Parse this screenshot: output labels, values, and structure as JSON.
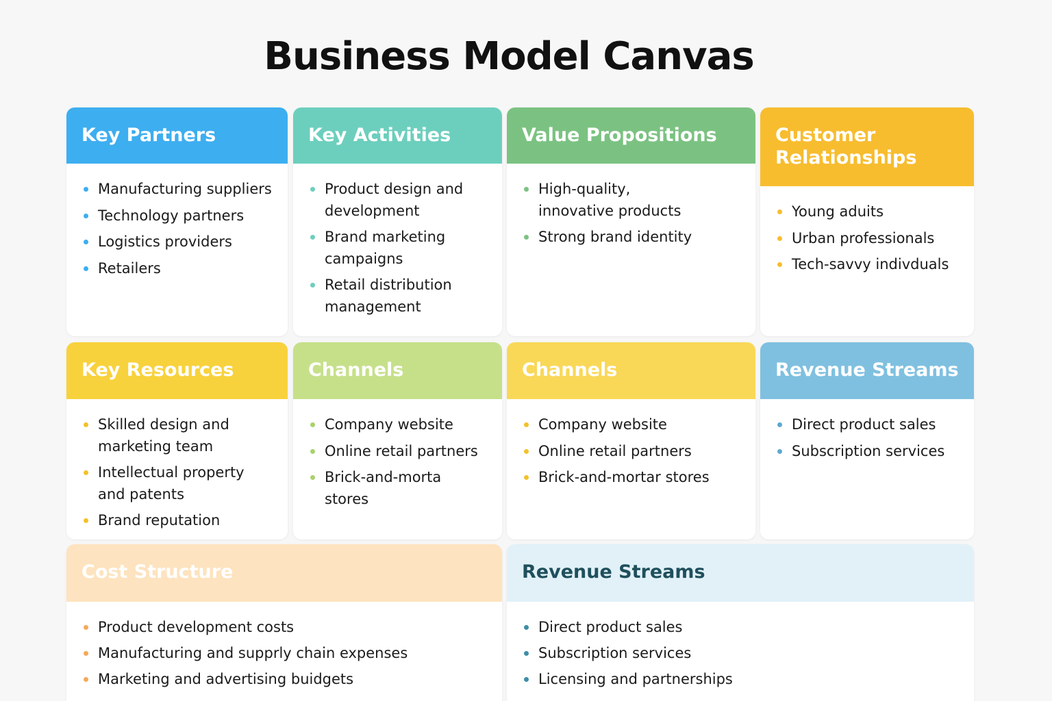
{
  "title": "Business Model Canvas",
  "blocks": [
    {
      "id": "key-partners",
      "title": "Key Partners",
      "colors": {
        "header": "#3daef0",
        "dot": "#3daef0",
        "title": "#ffffff"
      },
      "items": [
        "Manufacturing suppliers",
        "Technology partners",
        "Logistics providers",
        "Retailers"
      ]
    },
    {
      "id": "key-activities",
      "title": "Key Activities",
      "colors": {
        "header": "#6ccfbd",
        "dot": "#6ccfbd",
        "title": "#ffffff"
      },
      "items": [
        "Product design and development",
        "Brand marketing campaigns",
        "Retail distribution management"
      ]
    },
    {
      "id": "value-propositions",
      "title": "Value Propositions",
      "colors": {
        "header": "#7bc282",
        "dot": "#7bc282",
        "title": "#ffffff"
      },
      "items": [
        "High-quality, innovative products",
        "Strong brand identity"
      ]
    },
    {
      "id": "customer-relationships",
      "title": "Customer Relationships",
      "colors": {
        "header": "#f7bd2f",
        "dot": "#f7bd2f",
        "title": "#ffffff"
      },
      "items": [
        "Young aduits",
        "Urban professionals",
        "Tech-savvy indivduals"
      ]
    },
    {
      "id": "key-resources",
      "title": "Key Resources",
      "colors": {
        "header": "#f8d23c",
        "dot": "#f3c22a",
        "title": "#ffffff"
      },
      "items": [
        "Skilled design and marketing team",
        "Intellectual property and patents",
        "Brand reputation"
      ]
    },
    {
      "id": "channels-1",
      "title": "Channels",
      "colors": {
        "header": "#c6e08a",
        "dot": "#a9d26b",
        "title": "#ffffff"
      },
      "items": [
        "Company website",
        "Online retail partners",
        "Brick-and-morta stores"
      ]
    },
    {
      "id": "channels-2",
      "title": "Channels",
      "colors": {
        "header": "#f9d858",
        "dot": "#f3c22a",
        "title": "#ffffff"
      },
      "items": [
        "Company website",
        "Online retail partners",
        "Brick-and-mortar stores"
      ]
    },
    {
      "id": "revenue-streams-1",
      "title": "Revenue Streams",
      "colors": {
        "header": "#7fc0e0",
        "dot": "#5fa8cf",
        "title": "#ffffff"
      },
      "items": [
        "Direct product sales",
        "Subscription services"
      ]
    },
    {
      "id": "cost-structure",
      "title": "Cost Structure",
      "colors": {
        "header": "#fde3bf",
        "dot": "#f5a95c",
        "title": "#ffffff"
      },
      "items": [
        "Product development costs",
        "Manufacturing and supprly chain expenses",
        "Marketing and advertising buidgets"
      ]
    },
    {
      "id": "revenue-streams-2",
      "title": "Revenue Streams",
      "colors": {
        "header": "#e2f1f8",
        "dot": "#3d8ea8",
        "title": "#1f4f5c"
      },
      "items": [
        "Direct product sales",
        "Subscription services",
        "Licensing and partnerships"
      ]
    }
  ]
}
